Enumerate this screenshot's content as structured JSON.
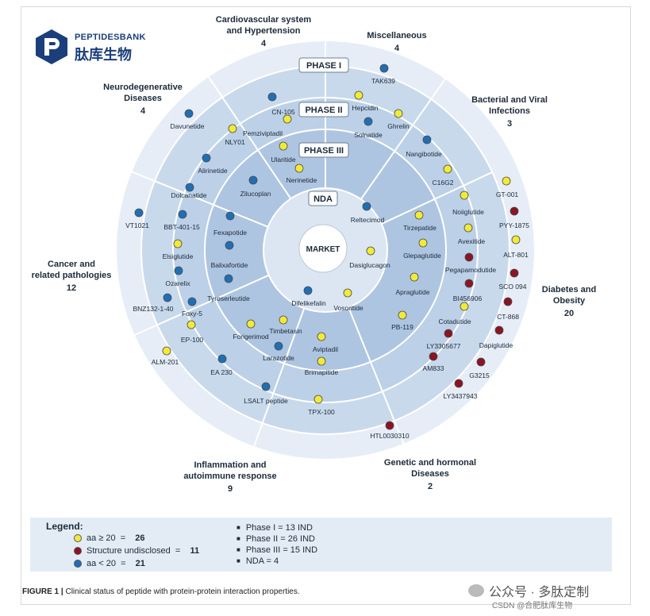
{
  "logo": {
    "en": "PEPTIDESBANK",
    "zh": "肽库生物"
  },
  "center": "MARKET",
  "phases": {
    "p1": "PHASE I",
    "p2": "PHASE II",
    "p3": "PHASE III",
    "nda": "NDA"
  },
  "categories": [
    {
      "id": "cardio",
      "name": "Cardiovascular system\nand Hypertension",
      "count": "4"
    },
    {
      "id": "misc",
      "name": "Miscellaneous",
      "count": "4"
    },
    {
      "id": "neuro",
      "name": "Neurodegenerative\nDiseases",
      "count": "4"
    },
    {
      "id": "bact",
      "name": "Bacterial and Viral\nInfections",
      "count": "3"
    },
    {
      "id": "cancer",
      "name": "Cancer and\nrelated pathologies",
      "count": "12"
    },
    {
      "id": "diabetes",
      "name": "Diabetes and\nObesity",
      "count": "20"
    },
    {
      "id": "inflam",
      "name": "Inflammation and\nautoimmune response",
      "count": "9"
    },
    {
      "id": "genetic",
      "name": "Genetic and hormonal\nDiseases",
      "count": "2"
    }
  ],
  "peptides": [
    {
      "label": "TAK639",
      "type": "blue"
    },
    {
      "label": "Hepcidin",
      "type": "yellow"
    },
    {
      "label": "Ghrelin",
      "type": "yellow"
    },
    {
      "label": "Solnatide",
      "type": "blue"
    },
    {
      "label": "CN-105",
      "type": "blue"
    },
    {
      "label": "Pemziviptadil",
      "type": "yellow"
    },
    {
      "label": "Ularitide",
      "type": "yellow"
    },
    {
      "label": "Nerinetide",
      "type": "yellow"
    },
    {
      "label": "Davunetide",
      "type": "blue"
    },
    {
      "label": "NLY01",
      "type": "yellow"
    },
    {
      "label": "Alirinetide",
      "type": "blue"
    },
    {
      "label": "Zilucoplan",
      "type": "blue"
    },
    {
      "label": "Nangibotide",
      "type": "blue"
    },
    {
      "label": "C16G2",
      "type": "yellow"
    },
    {
      "label": "Reltecimod",
      "type": "blue"
    },
    {
      "label": "GT-001",
      "type": "yellow"
    },
    {
      "label": "PYY-1875",
      "type": "red"
    },
    {
      "label": "ALT-801",
      "type": "yellow"
    },
    {
      "label": "SCO 094",
      "type": "red"
    },
    {
      "label": "CT-868",
      "type": "red"
    },
    {
      "label": "Dapiglutide",
      "type": "red"
    },
    {
      "label": "G3215",
      "type": "red"
    },
    {
      "label": "LY3437943",
      "type": "red"
    },
    {
      "label": "Noiiglutide",
      "type": "yellow"
    },
    {
      "label": "Avexitide",
      "type": "yellow"
    },
    {
      "label": "Pegapamodutide",
      "type": "red"
    },
    {
      "label": "BI456906",
      "type": "red"
    },
    {
      "label": "Cotadutide",
      "type": "yellow"
    },
    {
      "label": "LY3305677",
      "type": "red"
    },
    {
      "label": "AM833",
      "type": "red"
    },
    {
      "label": "Tirzepatide",
      "type": "yellow"
    },
    {
      "label": "Glepaglutide",
      "type": "yellow"
    },
    {
      "label": "Apraglutide",
      "type": "yellow"
    },
    {
      "label": "PB-119",
      "type": "yellow"
    },
    {
      "label": "Dasiglucagon",
      "type": "yellow"
    },
    {
      "label": "Vosoritide",
      "type": "yellow"
    },
    {
      "label": "HTL0030310",
      "type": "red"
    },
    {
      "label": "Difelikefalin",
      "type": "blue"
    },
    {
      "label": "Timbetasin",
      "type": "yellow"
    },
    {
      "label": "Aviptadil",
      "type": "yellow"
    },
    {
      "label": "Brimapitide",
      "type": "yellow"
    },
    {
      "label": "Larazotide",
      "type": "blue"
    },
    {
      "label": "Forigerimod",
      "type": "yellow"
    },
    {
      "label": "EA 230",
      "type": "blue"
    },
    {
      "label": "LSALT peptide",
      "type": "blue"
    },
    {
      "label": "TPX-100",
      "type": "yellow"
    },
    {
      "label": "ALM-201",
      "type": "yellow"
    },
    {
      "label": "Dolcanatide",
      "type": "blue"
    },
    {
      "label": "VT1021",
      "type": "blue"
    },
    {
      "label": "BBT-401-15",
      "type": "blue"
    },
    {
      "label": "Elsiglutide",
      "type": "yellow"
    },
    {
      "label": "Ozarelix",
      "type": "blue"
    },
    {
      "label": "BNZ132-1-40",
      "type": "blue"
    },
    {
      "label": "Foxy-5",
      "type": "blue"
    },
    {
      "label": "EP-100",
      "type": "yellow"
    },
    {
      "label": "Fexapotide",
      "type": "blue"
    },
    {
      "label": "Balixafortide",
      "type": "blue"
    },
    {
      "label": "Tyroserleutide",
      "type": "blue"
    }
  ],
  "legend": {
    "title": "Legend:",
    "items": [
      {
        "label": "aa ≥ 20  =  ",
        "count": "26",
        "type": "yellow"
      },
      {
        "label": "Structure undisclosed  =  ",
        "count": "11",
        "type": "red"
      },
      {
        "label": "aa < 20  =  ",
        "count": "21",
        "type": "blue"
      }
    ],
    "phases": [
      "Phase I = 13 IND",
      "Phase II = 26 IND",
      "Phase III = 15 IND",
      "NDA = 4"
    ]
  },
  "caption": {
    "bold": "FIGURE 1 |",
    "text": " Clinical status of peptide with protein-protein interaction properties."
  },
  "watermark": {
    "main": "公众号 · 多肽定制",
    "sub": "CSDN @合肥肽库生物"
  },
  "colors": {
    "blue": "#1f6fb6",
    "yellow": "#f2ea38",
    "red": "#8c1423",
    "ring_outer": "#e6edf6",
    "ring2": "#c9d9ec",
    "ring3": "#b8cde6",
    "ring4": "#a7c0de",
    "ring5": "#c4d5ea",
    "market_fill": "#ffffff"
  }
}
